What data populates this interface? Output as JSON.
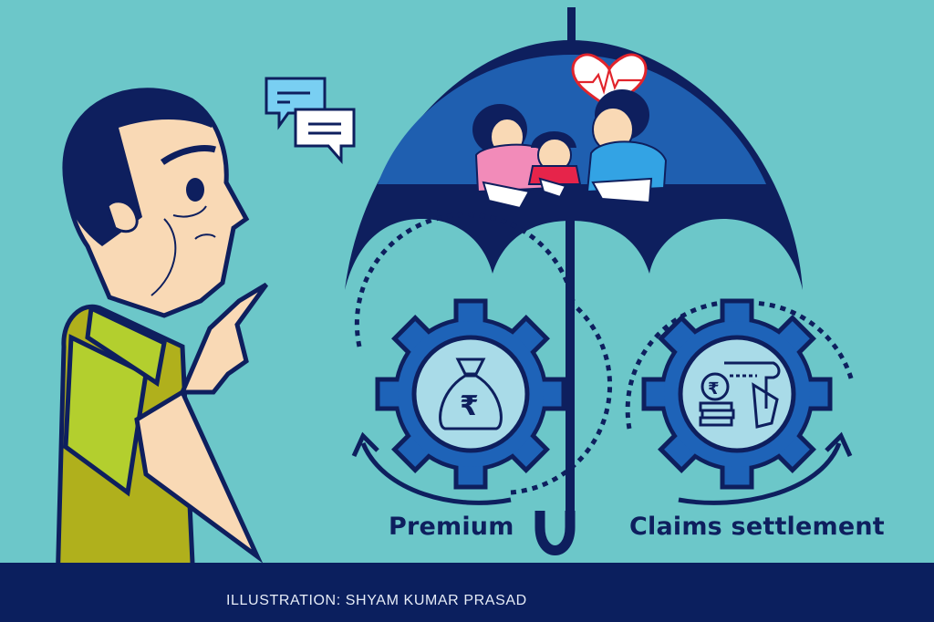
{
  "illustration": {
    "subject": "Health insurance umbrella covering a family",
    "colors": {
      "background": "#6cc7c9",
      "navy": "#0e1f5e",
      "umbrella_blue": "#1f5fb0",
      "gear_blue": "#1e63b8",
      "gear_inner": "#a9dbe8",
      "heart_red": "#e1242c",
      "shirt_green": "#b3cf2e",
      "shirt_olive": "#b0b01c",
      "skin": "#f9d9b5",
      "footer": "#0b1f5e"
    },
    "icons": {
      "heart": "heartbeat-heart-icon",
      "chat": "chat-bubbles-icon",
      "premium": "rupee-money-bag-icon",
      "claims": "rupee-coins-and-signed-document-icon"
    }
  },
  "labels": {
    "premium": "Premium",
    "claims": "Claims settlement"
  },
  "footer": {
    "credit": "ILLUSTRATION: SHYAM KUMAR PRASAD"
  }
}
